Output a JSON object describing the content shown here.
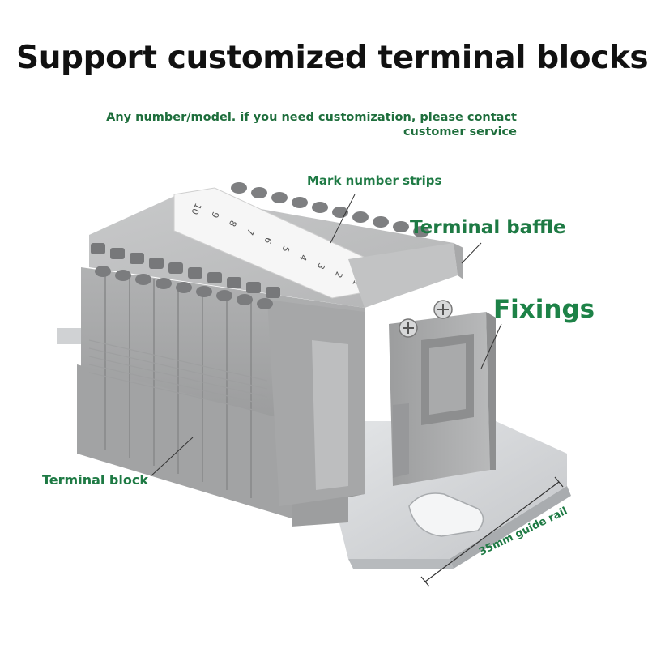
{
  "title": "Support customized terminal blocks",
  "subtitle": "Any number/model. if you need customization, please contact customer service",
  "labels": {
    "mark_strips": "Mark number strips",
    "baffle": "Terminal baffle",
    "fixings": "Fixings",
    "block": "Terminal block",
    "rail": "35mm guide rail"
  },
  "strip_numbers": [
    "1",
    "2",
    "3",
    "4",
    "5",
    "6",
    "7",
    "8",
    "9",
    "10"
  ],
  "colors": {
    "title": "#111111",
    "label_green": "#1e7a44",
    "body_gray": "#a9aaab",
    "rail_gray": "#d2d4d6"
  }
}
